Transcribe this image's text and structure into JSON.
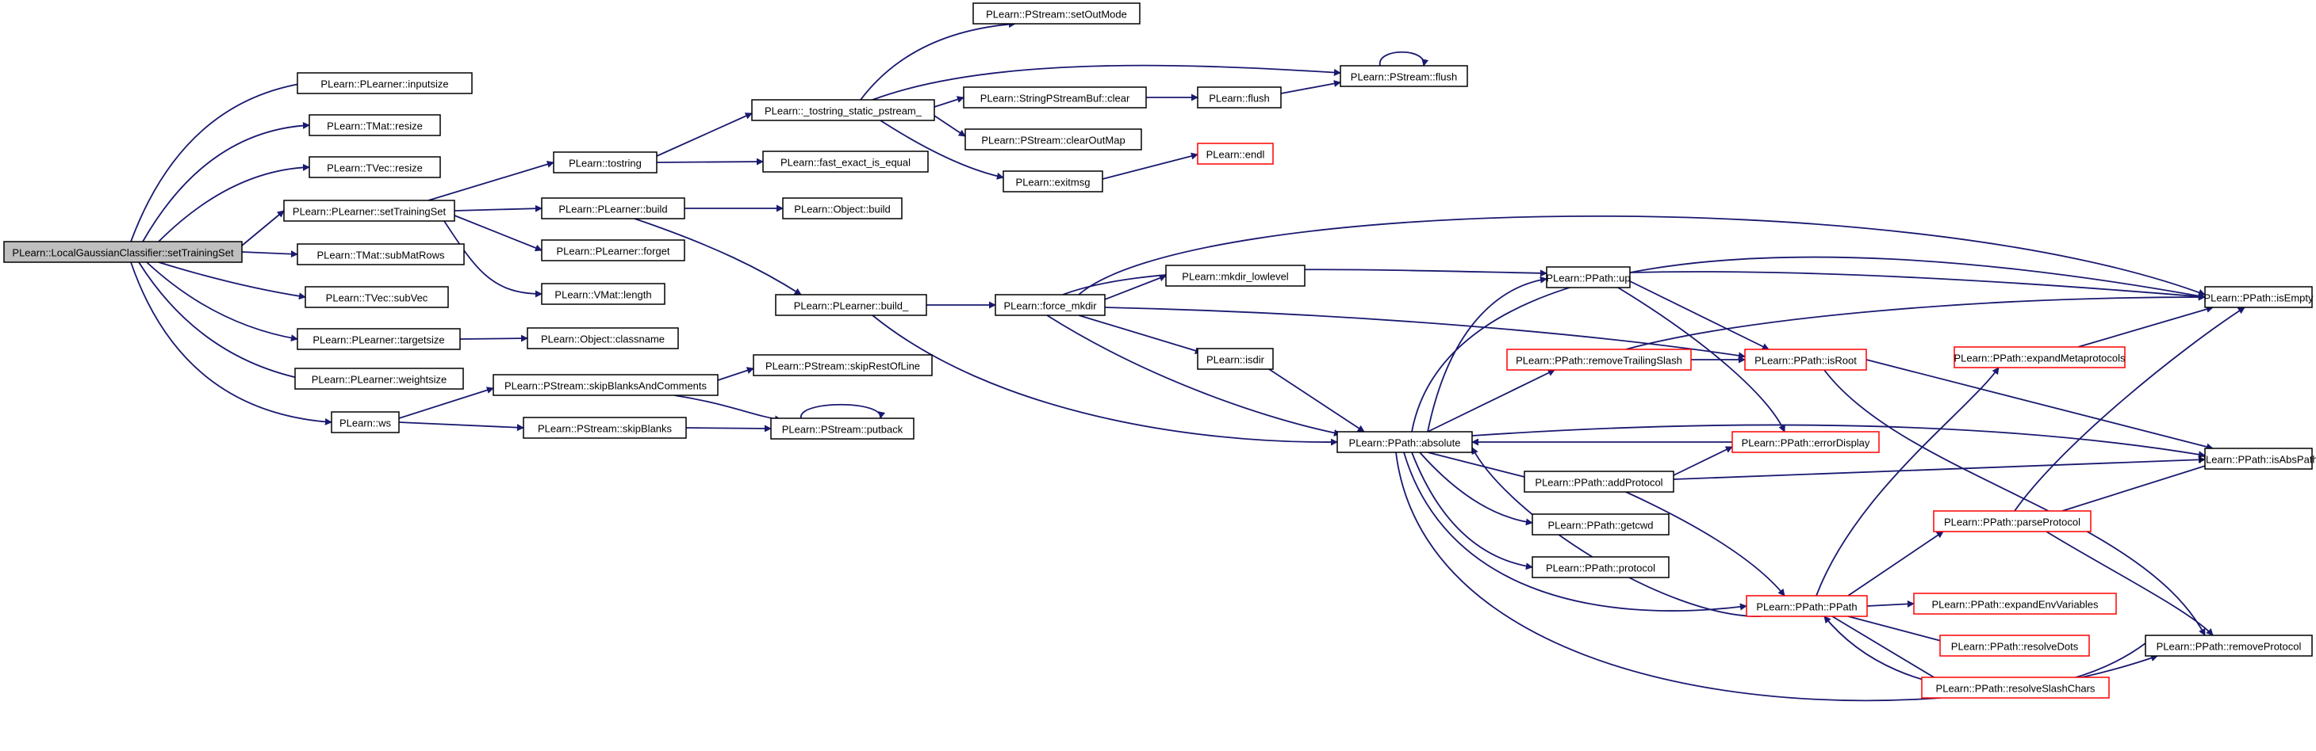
{
  "colors": {
    "edge": "#191970",
    "node_border_normal": "#000000",
    "node_border_truncated": "#ff0000",
    "root_fill": "#bfbfbf",
    "node_fill": "#ffffff"
  },
  "nodes": {
    "root": "PLearn::LocalGaussianClassifier::setTrainingSet",
    "inputsize": "PLearn::PLearner::inputsize",
    "tmat_resize": "PLearn::TMat::resize",
    "tvec_resize": "PLearn::TVec::resize",
    "settrainingset": "PLearn::PLearner::setTrainingSet",
    "submatrows": "PLearn::TMat::subMatRows",
    "subvec": "PLearn::TVec::subVec",
    "targetsize": "PLearn::PLearner::targetsize",
    "weightsize": "PLearn::PLearner::weightsize",
    "ws": "PLearn::ws",
    "tostring": "PLearn::tostring",
    "plearner_build": "PLearn::PLearner::build",
    "forget": "PLearn::PLearner::forget",
    "vmat_length": "PLearn::VMat::length",
    "classname": "PLearn::Object::classname",
    "skipblanksandcomments": "PLearn::PStream::skipBlanksAndComments",
    "skipblanks": "PLearn::PStream::skipBlanks",
    "tostring_static": "PLearn::_tostring_static_pstream_",
    "fast_exact": "PLearn::fast_exact_is_equal",
    "object_build": "PLearn::Object::build",
    "plearner_build_": "PLearn::PLearner::build_",
    "skiprestofline": "PLearn::PStream::skipRestOfLine",
    "putback": "PLearn::PStream::putback",
    "setoutmode": "PLearn::PStream::setOutMode",
    "sspb_clear": "PLearn::StringPStreamBuf::clear",
    "clearoutmap": "PLearn::PStream::clearOutMap",
    "exitmsg": "PLearn::exitmsg",
    "force_mkdir": "PLearn::force_mkdir",
    "pstream_flush": "PLearn::PStream::flush",
    "flush": "PLearn::flush",
    "endl": "PLearn::endl",
    "mkdir_lowlevel": "PLearn::mkdir_lowlevel",
    "isdir": "PLearn::isdir",
    "absolute": "PLearn::PPath::absolute",
    "up": "PLearn::PPath::up",
    "removetrailingslash": "PLearn::PPath::removeTrailingSlash",
    "addprotocol": "PLearn::PPath::addProtocol",
    "getcwd": "PLearn::PPath::getcwd",
    "protocol": "PLearn::PPath::protocol",
    "isroot": "PLearn::PPath::isRoot",
    "errordisplay": "PLearn::PPath::errorDisplay",
    "ppath": "PLearn::PPath::PPath",
    "expandmetaprotocols": "PLearn::PPath::expandMetaprotocols",
    "parseprotocol": "PLearn::PPath::parseProtocol",
    "expandenvvariables": "PLearn::PPath::expandEnvVariables",
    "resolvedots": "PLearn::PPath::resolveDots",
    "resolveslashchars": "PLearn::PPath::resolveSlashChars",
    "isempty": "PLearn::PPath::isEmpty",
    "isabspath": "PLearn::PPath::isAbsPath",
    "removeprotocol": "PLearn::PPath::removeProtocol"
  }
}
